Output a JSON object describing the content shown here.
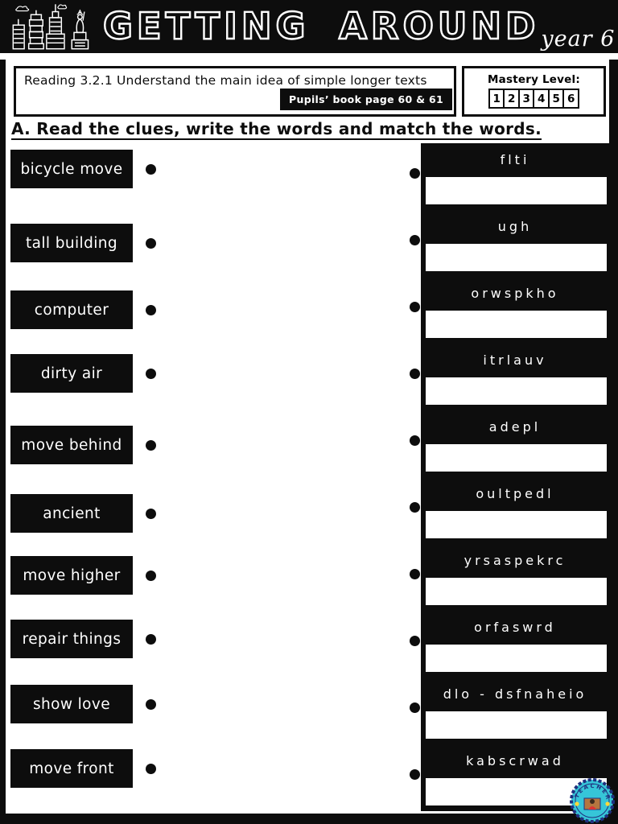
{
  "header": {
    "title": "GETTING AROUND",
    "year_label": "year 6"
  },
  "info": {
    "objective": "Reading 3.2.1 Understand the main idea of simple longer texts",
    "book_ref": "Pupils’ book page 60 & 61",
    "mastery_label": "Mastery Level:",
    "mastery_levels": [
      "1",
      "2",
      "3",
      "4",
      "5",
      "6"
    ]
  },
  "section_heading": "A. Read the clues, write the words and match the words.",
  "clues": [
    "bicycle move",
    "tall building",
    "computer",
    "dirty air",
    "move behind",
    "ancient",
    "move higher",
    "repair things",
    "show love",
    "move front"
  ],
  "scrambled": [
    "flti",
    "ugh",
    "orwspkho",
    "itrlauv",
    "adepl",
    "oultpedl",
    "yrsaspekrc",
    "orfaswrd",
    "dlo - dsfnaheio",
    "kabscrwad"
  ],
  "answers": [
    "",
    "",
    "",
    "",
    "",
    "",
    "",
    "",
    "",
    ""
  ],
  "logo": {
    "arc_text": "TEACHER"
  },
  "colors": {
    "ink": "#0d0d0d",
    "paper": "#ffffff",
    "logo-teal": "#36c5d8",
    "logo-navy": "#20307f",
    "logo-yellow": "#ffd83a"
  }
}
